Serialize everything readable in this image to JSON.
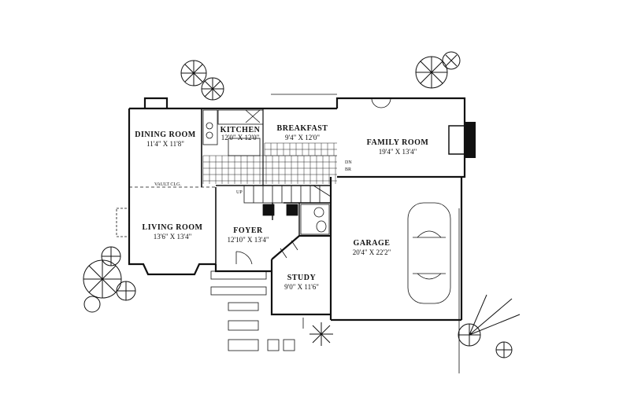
{
  "rooms": [
    {
      "id": "dining",
      "name": "DINING ROOM",
      "dims": "11'4\" X 11'8\""
    },
    {
      "id": "kitchen",
      "name": "KITCHEN",
      "dims": "12'0\" X 12'0\""
    },
    {
      "id": "breakfast",
      "name": "BREAKFAST",
      "dims": "9'4\" X 12'0\""
    },
    {
      "id": "family",
      "name": "FAMILY ROOM",
      "dims": "19'4\" X 13'4\""
    },
    {
      "id": "living",
      "name": "LIVING ROOM",
      "dims": "13'6\" X 13'4\""
    },
    {
      "id": "foyer",
      "name": "FOYER",
      "dims": "12'10\" X 13'4\""
    },
    {
      "id": "garage",
      "name": "GARAGE",
      "dims": "20'4\" X 22'2\""
    },
    {
      "id": "study",
      "name": "STUDY",
      "dims": "9'0\" X 11'6\""
    }
  ],
  "labels": {
    "vault": "VAULT CLG.",
    "dn": "DN",
    "br": "BR",
    "up": "UP"
  }
}
